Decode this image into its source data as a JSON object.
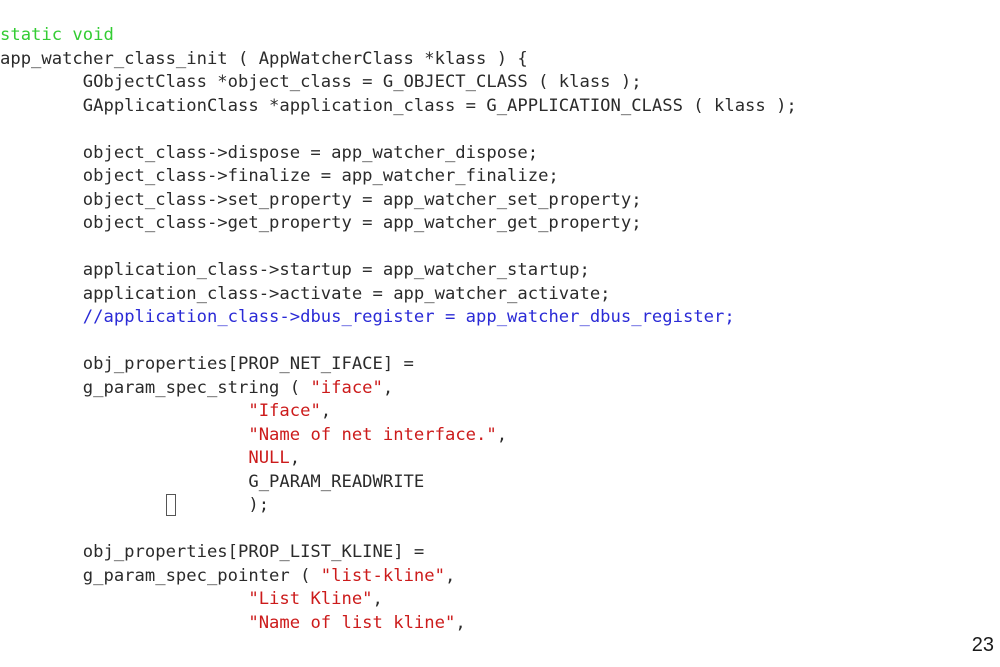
{
  "slide": {
    "number": "23"
  },
  "colors": {
    "keyword": "#33cc33",
    "string": "#cc1b1b",
    "comment": "#2a2ad6",
    "plain": "#2b2b2b"
  },
  "code_lines": [
    [
      {
        "t": "keyword",
        "v": "static void"
      }
    ],
    [
      {
        "t": "plain",
        "v": "app_watcher_class_init ( AppWatcherClass *klass ) {"
      }
    ],
    [
      {
        "t": "plain",
        "v": "        GObjectClass *object_class = G_OBJECT_CLASS ( klass );"
      }
    ],
    [
      {
        "t": "plain",
        "v": "        GApplicationClass *application_class = G_APPLICATION_CLASS ( klass );"
      }
    ],
    [],
    [
      {
        "t": "plain",
        "v": "        object_class->dispose = app_watcher_dispose;"
      }
    ],
    [
      {
        "t": "plain",
        "v": "        object_class->finalize = app_watcher_finalize;"
      }
    ],
    [
      {
        "t": "plain",
        "v": "        object_class->set_property = app_watcher_set_property;"
      }
    ],
    [
      {
        "t": "plain",
        "v": "        object_class->get_property = app_watcher_get_property;"
      }
    ],
    [],
    [
      {
        "t": "plain",
        "v": "        application_class->startup = app_watcher_startup;"
      }
    ],
    [
      {
        "t": "plain",
        "v": "        application_class->activate = app_watcher_activate;"
      }
    ],
    [
      {
        "t": "plain",
        "v": "        "
      },
      {
        "t": "comment",
        "v": "//application_class->dbus_register = app_watcher_dbus_register;"
      }
    ],
    [],
    [
      {
        "t": "plain",
        "v": "        obj_properties[PROP_NET_IFACE] ="
      }
    ],
    [
      {
        "t": "plain",
        "v": "        g_param_spec_string ( "
      },
      {
        "t": "string",
        "v": "\"iface\""
      },
      {
        "t": "plain",
        "v": ","
      }
    ],
    [
      {
        "t": "plain",
        "v": "                        "
      },
      {
        "t": "string",
        "v": "\"Iface\""
      },
      {
        "t": "plain",
        "v": ","
      }
    ],
    [
      {
        "t": "plain",
        "v": "                        "
      },
      {
        "t": "string",
        "v": "\"Name of net interface.\""
      },
      {
        "t": "plain",
        "v": ","
      }
    ],
    [
      {
        "t": "plain",
        "v": "                        "
      },
      {
        "t": "string",
        "v": "NULL"
      },
      {
        "t": "plain",
        "v": ","
      }
    ],
    [
      {
        "t": "plain",
        "v": "                        G_PARAM_READWRITE"
      }
    ],
    [
      {
        "t": "plain",
        "v": "                        );"
      }
    ],
    [],
    [
      {
        "t": "plain",
        "v": "        obj_properties[PROP_LIST_KLINE] ="
      }
    ],
    [
      {
        "t": "plain",
        "v": "        g_param_spec_pointer ( "
      },
      {
        "t": "string",
        "v": "\"list-kline\""
      },
      {
        "t": "plain",
        "v": ","
      }
    ],
    [
      {
        "t": "plain",
        "v": "                        "
      },
      {
        "t": "string",
        "v": "\"List Kline\""
      },
      {
        "t": "plain",
        "v": ","
      }
    ],
    [
      {
        "t": "plain",
        "v": "                        "
      },
      {
        "t": "string",
        "v": "\"Name of list kline\""
      },
      {
        "t": "plain",
        "v": ","
      }
    ]
  ]
}
